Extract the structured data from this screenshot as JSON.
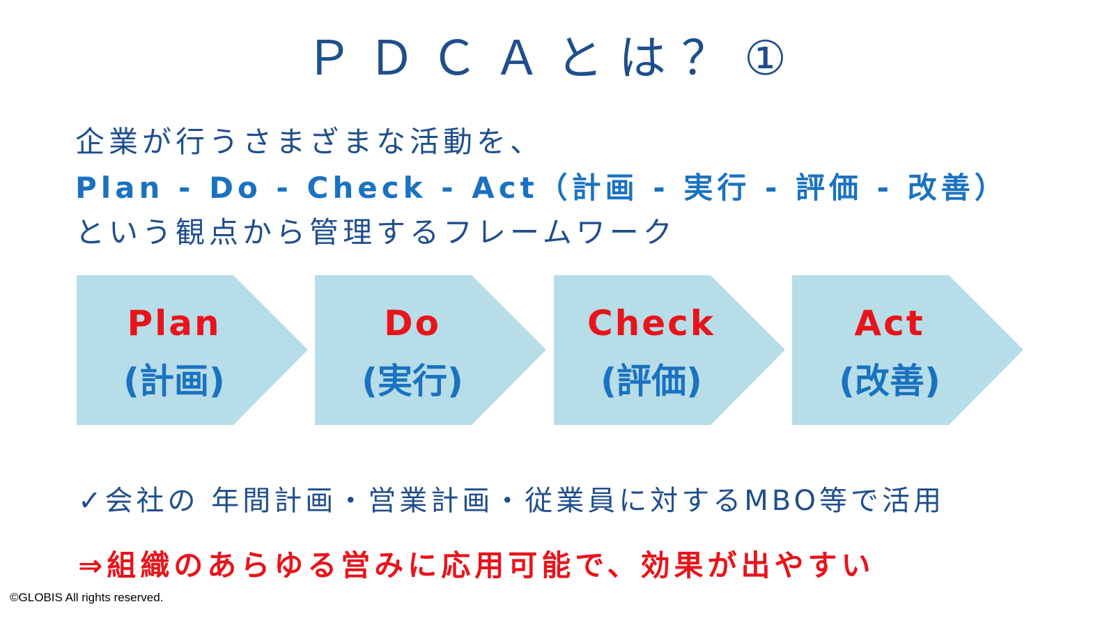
{
  "title": "ＰＤＣＡとは？①",
  "definition": {
    "line1": "企業が行うさまざまな活動を、",
    "line2": "Plan - Do - Check - Act（計画 - 実行 - 評価 - 改善）",
    "line3": "という観点から管理するフレームワーク"
  },
  "steps": [
    {
      "en": "Plan",
      "ja": "(計画)"
    },
    {
      "en": "Do",
      "ja": "(実行)"
    },
    {
      "en": "Check",
      "ja": "(評価)"
    },
    {
      "en": "Act",
      "ja": "(改善)"
    }
  ],
  "usage": "✓会社の 年間計画・営業計画・従業員に対するMBO等で活用",
  "conclusion": "⇒組織のあらゆる営みに応用可能で、効果が出やすい",
  "copyright": "©GLOBIS All rights reserved.",
  "colors": {
    "navy": "#1f4e8c",
    "blue": "#1a72c0",
    "red": "#e8141b",
    "arrow_fill": "#b7dde8"
  }
}
